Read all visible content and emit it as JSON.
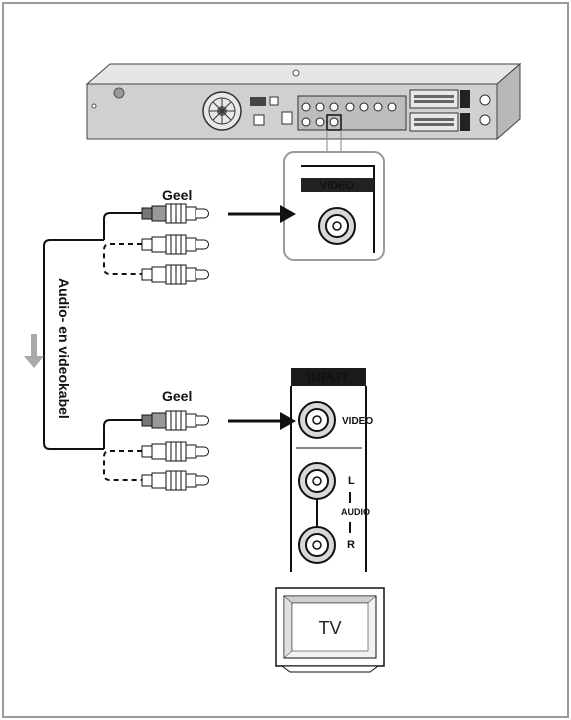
{
  "labels": {
    "top_plug_label": "Geel",
    "bottom_plug_label": "Geel",
    "cable_label": "Audio- en videokabel",
    "device_jack_label": "VIDEO",
    "panel_title": "INPUT",
    "panel_video": "VIDEO",
    "panel_l": "L",
    "panel_audio": "AUDIO",
    "panel_r": "R",
    "tv_label": "TV"
  },
  "colors": {
    "border": "#9a9a9a",
    "device_body": "#c8c8c8",
    "panel_title_bg": "#1a1a1a",
    "arrow": "#111111",
    "gray_arrow": "#a9a9a9"
  }
}
